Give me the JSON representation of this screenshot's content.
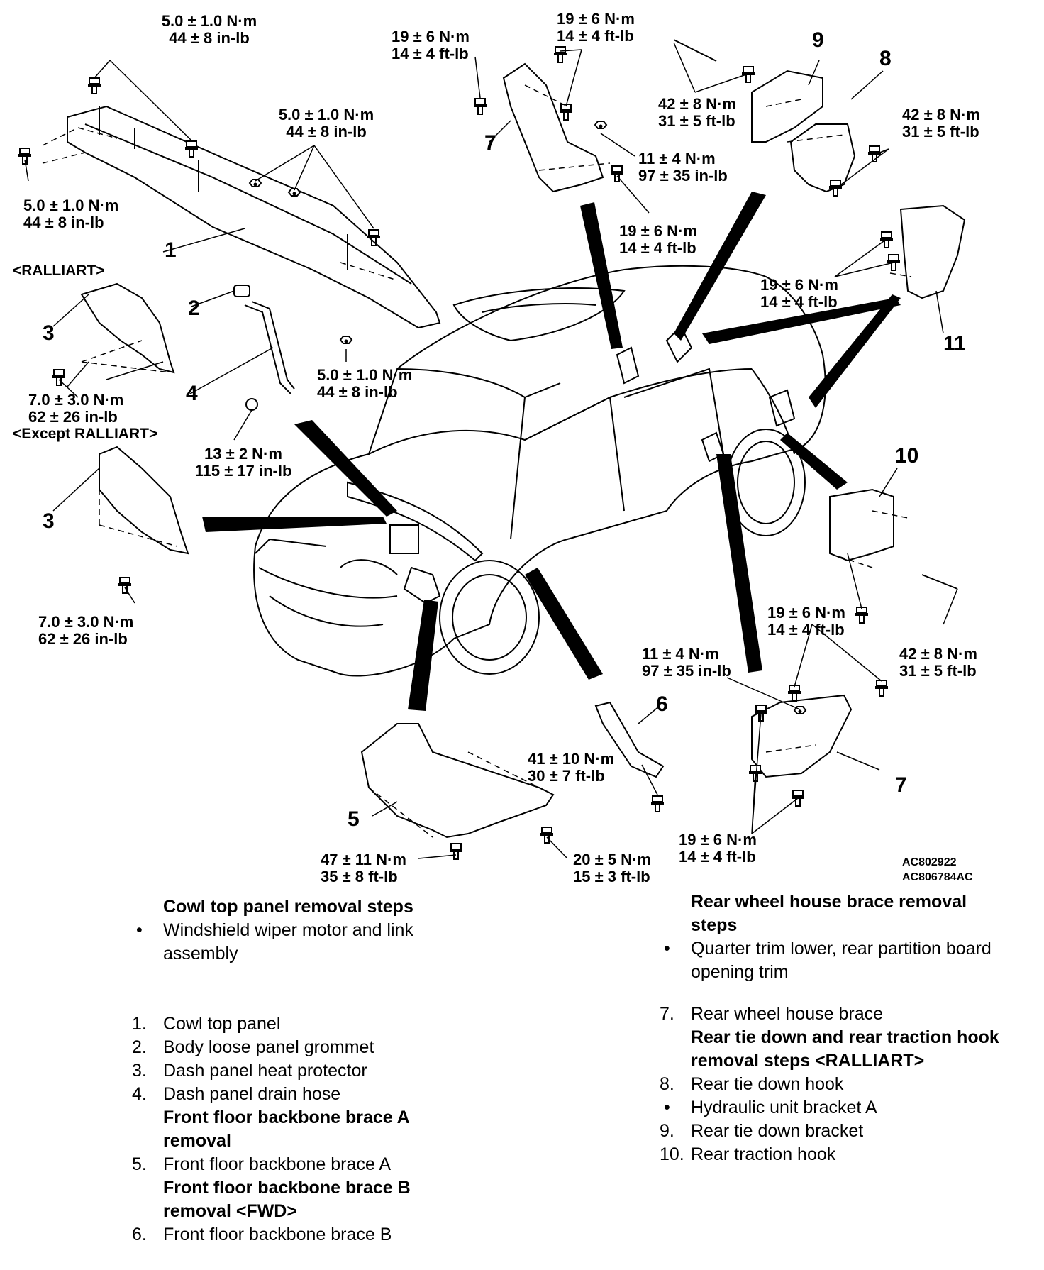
{
  "diagram": {
    "torque_specs": {
      "cowl_top_left_top": [
        "5.0 ± 1.0 N·m",
        "44 ± 8 in-lb"
      ],
      "cowl_top_middle": [
        "5.0 ± 1.0 N·m",
        "44 ± 8 in-lb"
      ],
      "cowl_top_left_side": [
        "5.0 ± 1.0 N·m",
        "44 ± 8 in-lb"
      ],
      "cowl_top_lower": [
        "5.0 ± 1.0 N·m",
        "44 ± 8 in-lb"
      ],
      "heat_protector_ralliart": [
        "7.0 ± 3.0 N·m",
        "62 ± 26 in-lb"
      ],
      "heat_protector_except": [
        "7.0 ± 3.0 N·m",
        "62 ± 26 in-lb"
      ],
      "drain_hose": [
        "13 ± 2 N·m",
        "115 ± 17 in-lb"
      ],
      "brace7_top_left": [
        "19 ± 6 N·m",
        "14 ± 4 ft-lb"
      ],
      "brace7_top_right": [
        "19 ± 6 N·m",
        "14 ± 4 ft-lb"
      ],
      "brace7_nut": [
        "11 ± 4 N·m",
        "97 ± 35 in-lb"
      ],
      "brace7_bottom": [
        "19 ± 6 N·m",
        "14 ± 4 ft-lb"
      ],
      "tiedown_left": [
        "42 ± 8 N·m",
        "31 ± 5 ft-lb"
      ],
      "tiedown_right": [
        "42 ± 8 N·m",
        "31 ± 5 ft-lb"
      ],
      "part11": [
        "19 ± 6 N·m",
        "14 ± 4 ft-lb"
      ],
      "hook10_bolt": [
        "19 ± 6 N·m",
        "14 ± 4 ft-lb"
      ],
      "hook10_long": [
        "42 ± 8 N·m",
        "31 ± 5 ft-lb"
      ],
      "brace7b_nut": [
        "11 ± 4 N·m",
        "97 ± 35 in-lb"
      ],
      "brace7b_bolts": [
        "19 ± 6 N·m",
        "14 ± 4 ft-lb"
      ],
      "brace6": [
        "41 ± 10 N·m",
        "30 ± 7 ft-lb"
      ],
      "brace5_left": [
        "47 ± 11 N·m",
        "35 ± 8 ft-lb"
      ],
      "brace5_right": [
        "20 ± 5 N·m",
        "15 ± 3 ft-lb"
      ]
    },
    "callouts": {
      "c1": "1",
      "c2": "2",
      "c3a": "3",
      "c3b": "3",
      "c4": "4",
      "c5": "5",
      "c6": "6",
      "c7a": "7",
      "c7b": "7",
      "c8": "8",
      "c9": "9",
      "c10": "10",
      "c11": "11"
    },
    "tags": {
      "ralliart": "<RALLIART>",
      "except_ralliart": "<Except RALLIART>"
    },
    "ref_codes": [
      "AC802922",
      "AC806784AC"
    ]
  },
  "legend_left": {
    "heading": "Cowl top panel removal steps",
    "bullet": "Windshield wiper motor and link assembly",
    "items": [
      {
        "num": "1.",
        "text": "Cowl top panel"
      },
      {
        "num": "2.",
        "text": "Body loose panel grommet"
      },
      {
        "num": "3.",
        "text": "Dash panel heat protector"
      },
      {
        "num": "4.",
        "text": "Dash panel drain hose"
      }
    ],
    "heading_a": "Front floor backbone brace A removal",
    "item5": {
      "num": "5.",
      "text": "Front floor backbone brace A"
    },
    "heading_b": "Front floor backbone brace B removal <FWD>",
    "item6": {
      "num": "6.",
      "text": "Front floor backbone brace B"
    }
  },
  "legend_right": {
    "heading": "Rear wheel house brace removal steps",
    "bullet": "Quarter trim lower, rear partition board opening trim",
    "item7": {
      "num": "7.",
      "text": "Rear wheel house brace"
    },
    "heading_tie": "Rear tie down and rear traction hook removal steps <RALLIART>",
    "item8": {
      "num": "8.",
      "text": "Rear tie down hook"
    },
    "bullet2": "Hydraulic unit bracket A",
    "item9": {
      "num": "9.",
      "text": "Rear tie down bracket"
    },
    "item10": {
      "num": "10.",
      "text": "Rear traction hook"
    }
  }
}
